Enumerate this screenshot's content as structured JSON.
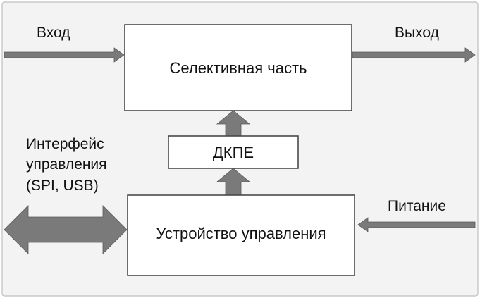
{
  "blocks": {
    "selective": "Селективная часть",
    "dkpe": "ДКПЕ",
    "control": "Устройство управления"
  },
  "signals": {
    "input": "Вход",
    "output": "Выход",
    "power": "Питание",
    "interface_line1": "Интерфейс",
    "interface_line2": "управления",
    "interface_line3": "(SPI, USB)"
  },
  "colors": {
    "arrow_fill": "#7a7a7a",
    "box_stroke": "#4a4a4a",
    "background": "#f3f3f3"
  }
}
